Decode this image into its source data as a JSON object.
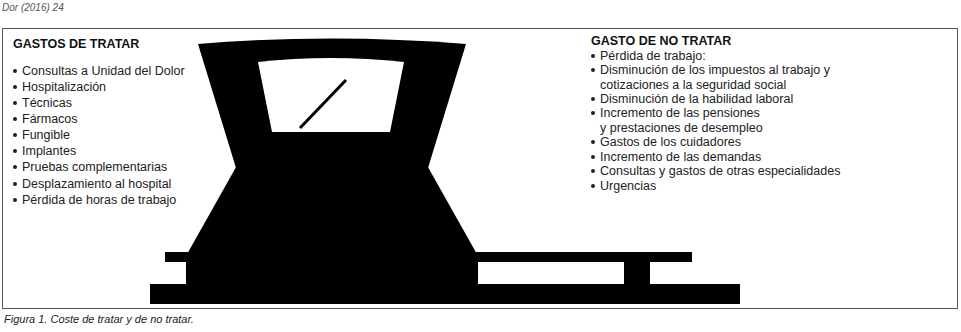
{
  "diagram": {
    "caption": "Figura 1. Coste de tratar y de no tratar.",
    "nodes": [
      {
        "text": [
          "GASTOS DE TRATAR",
          "Consultas a Unidad del Dolor",
          "Hospitalización",
          "Técnicas",
          "Fármacos",
          "Fungible",
          "Implantes",
          "Pruebas complementarias",
          "Desplazamiento al hospital",
          "Pérdida de horas de trabajo",
          "GASTO DE NO TRATAR",
          "Pérdida de trabajo:",
          "Disminución de los impuestos al trabajo y cotizaciones a la seguridad social",
          "Disminución de la habilidad laboral",
          "Incremento de las pensiones y prestaciones de desempleo",
          "Gastos de los cuidadores",
          "Incremento de las demandas",
          "Consultas y gastos de otras especialidades",
          "Urgencias"
        ]
      }
    ],
    "labels": [
      "Dor (2016) 24"
    ]
  }
}
